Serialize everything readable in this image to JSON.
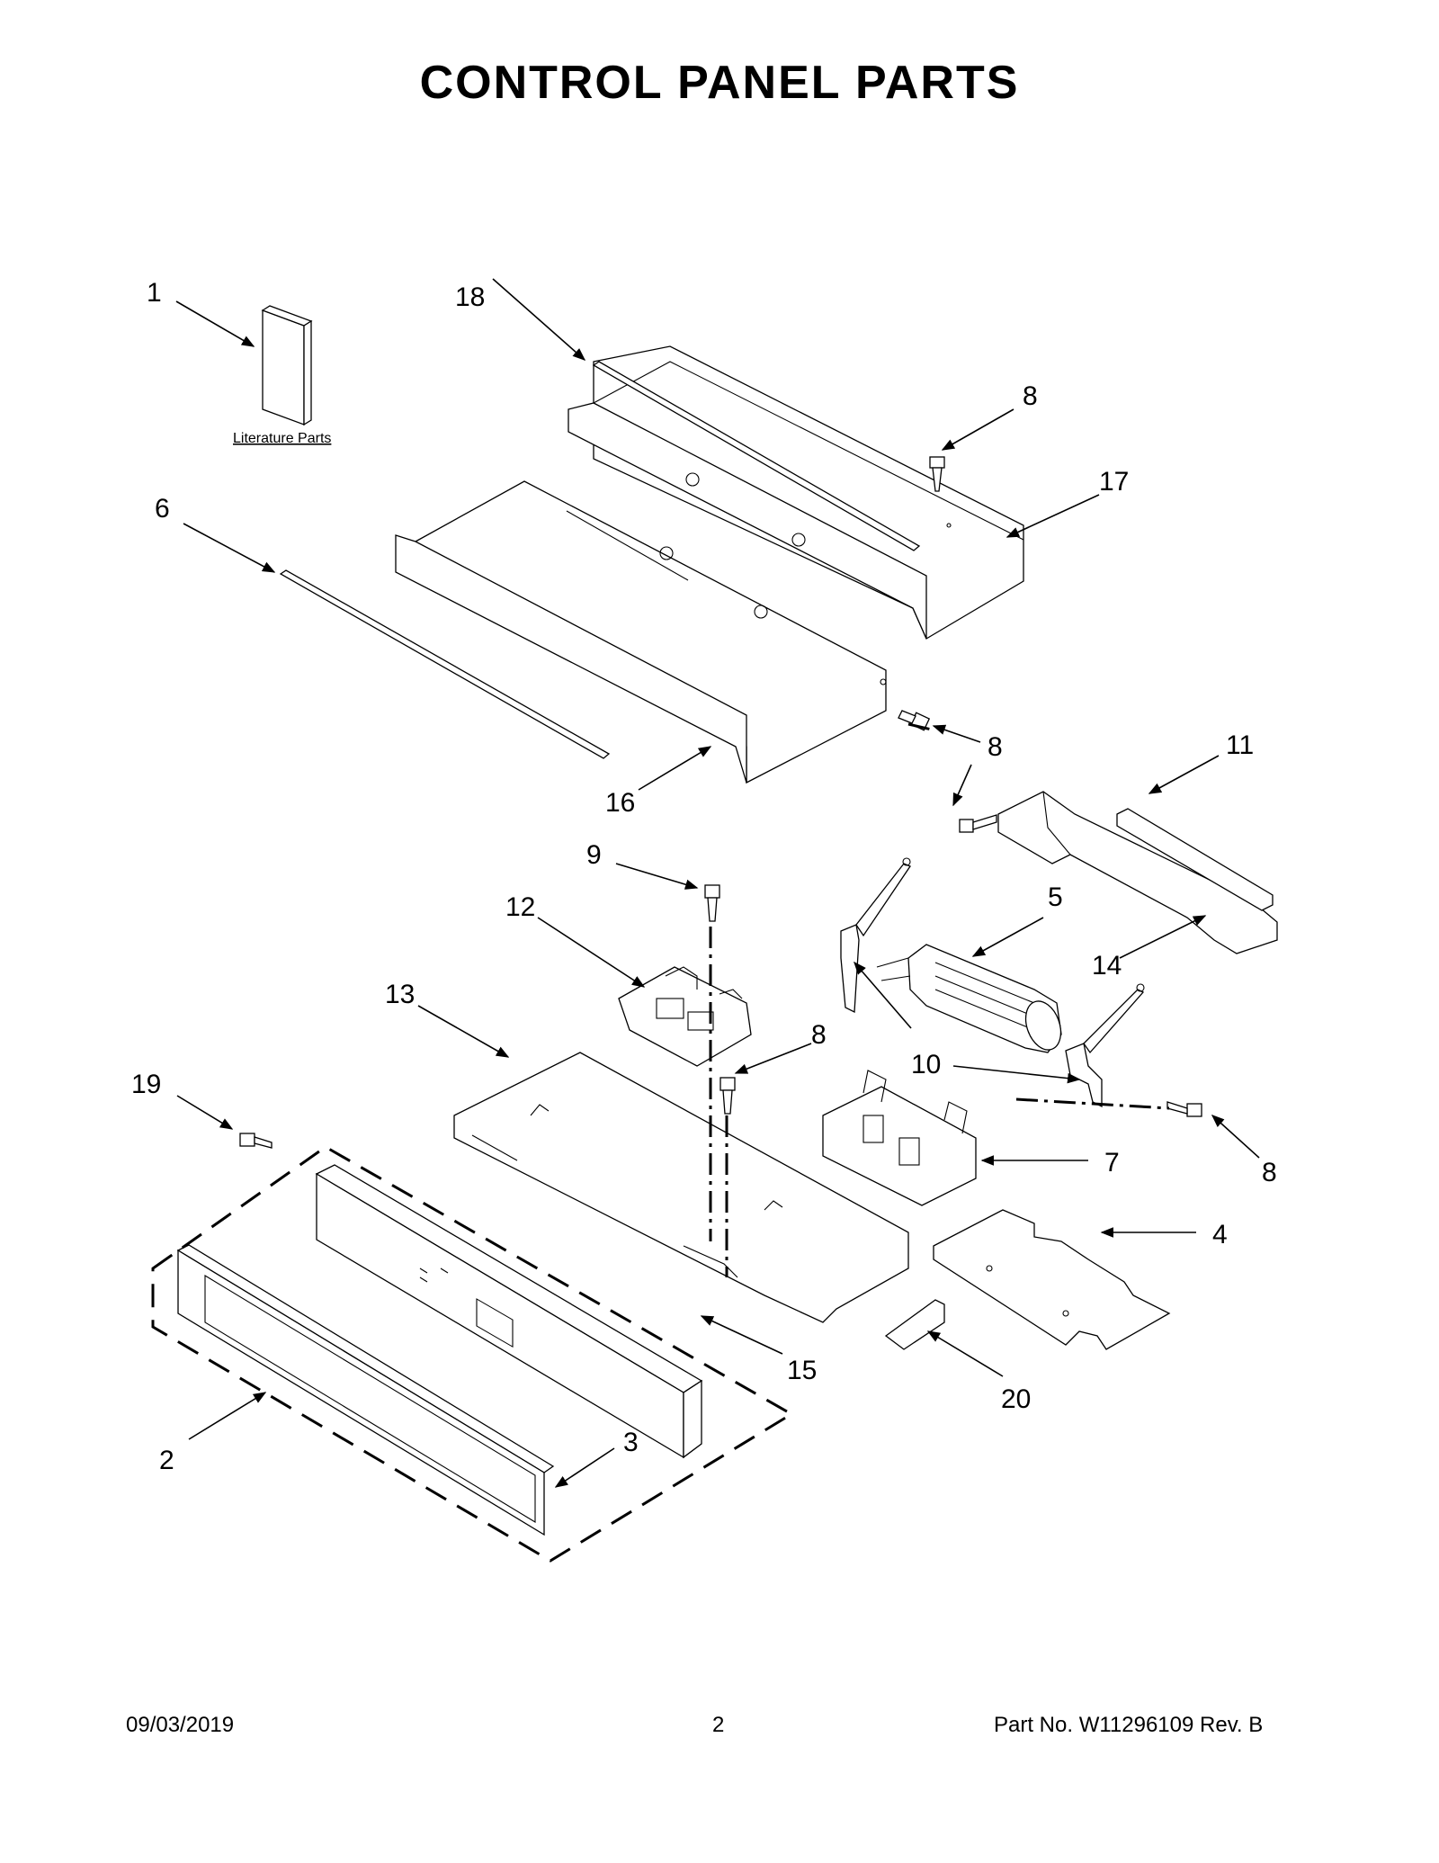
{
  "page": {
    "title": "CONTROL PANEL PARTS",
    "literature_label": "Literature Parts",
    "footer": {
      "date": "09/03/2019",
      "page_number": "2",
      "part_number": "Part No.  W11296109  Rev.  B"
    }
  },
  "callouts": [
    {
      "id": "c1",
      "label": "1"
    },
    {
      "id": "c18",
      "label": "18"
    },
    {
      "id": "c8a",
      "label": "8"
    },
    {
      "id": "c17",
      "label": "17"
    },
    {
      "id": "c6",
      "label": "6"
    },
    {
      "id": "c8b",
      "label": "8"
    },
    {
      "id": "c16",
      "label": "16"
    },
    {
      "id": "c11",
      "label": "11"
    },
    {
      "id": "c9",
      "label": "9"
    },
    {
      "id": "c12",
      "label": "12"
    },
    {
      "id": "c5",
      "label": "5"
    },
    {
      "id": "c14",
      "label": "14"
    },
    {
      "id": "c13",
      "label": "13"
    },
    {
      "id": "c8c",
      "label": "8"
    },
    {
      "id": "c10",
      "label": "10"
    },
    {
      "id": "c19",
      "label": "19"
    },
    {
      "id": "c7",
      "label": "7"
    },
    {
      "id": "c8d",
      "label": "8"
    },
    {
      "id": "c4",
      "label": "4"
    },
    {
      "id": "c15",
      "label": "15"
    },
    {
      "id": "c20",
      "label": "20"
    },
    {
      "id": "c2",
      "label": "2"
    },
    {
      "id": "c3",
      "label": "3"
    }
  ]
}
